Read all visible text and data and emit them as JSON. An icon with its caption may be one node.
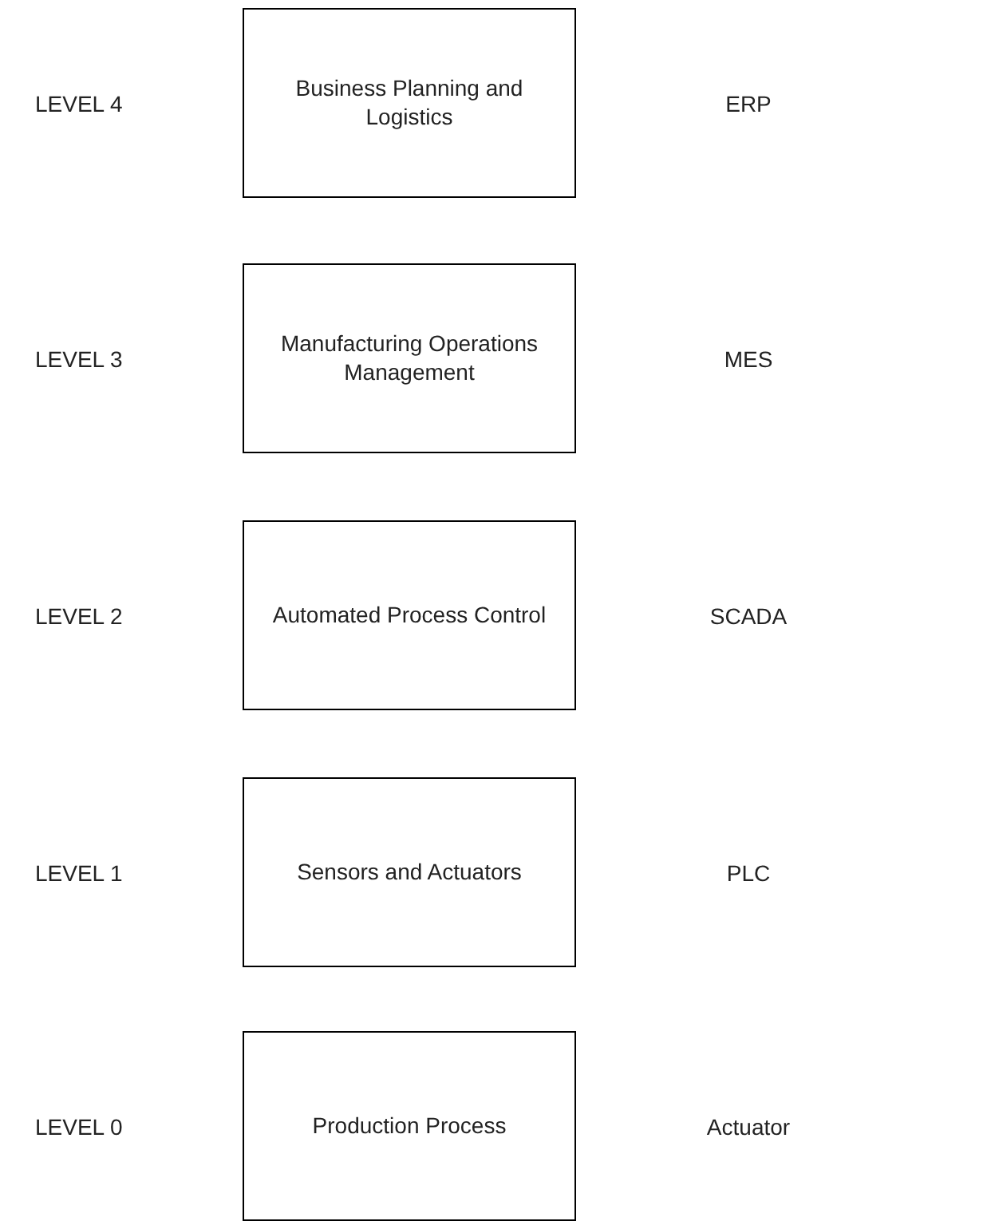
{
  "diagram": {
    "nodes": [
      {
        "text": [
          "Business Planning and Logistics"
        ]
      },
      {
        "text": [
          "Manufacturing Operations Management"
        ]
      },
      {
        "text": [
          "Automated Process Control"
        ]
      },
      {
        "text": [
          "Sensors and Actuators"
        ]
      },
      {
        "text": [
          "Production Process"
        ]
      }
    ],
    "labels": [
      "LEVEL 4",
      "ERP",
      "LEVEL 3",
      "MES",
      "LEVEL 2",
      "SCADA",
      "LEVEL 1",
      "PLC",
      "LEVEL 0",
      "Actuator"
    ]
  }
}
